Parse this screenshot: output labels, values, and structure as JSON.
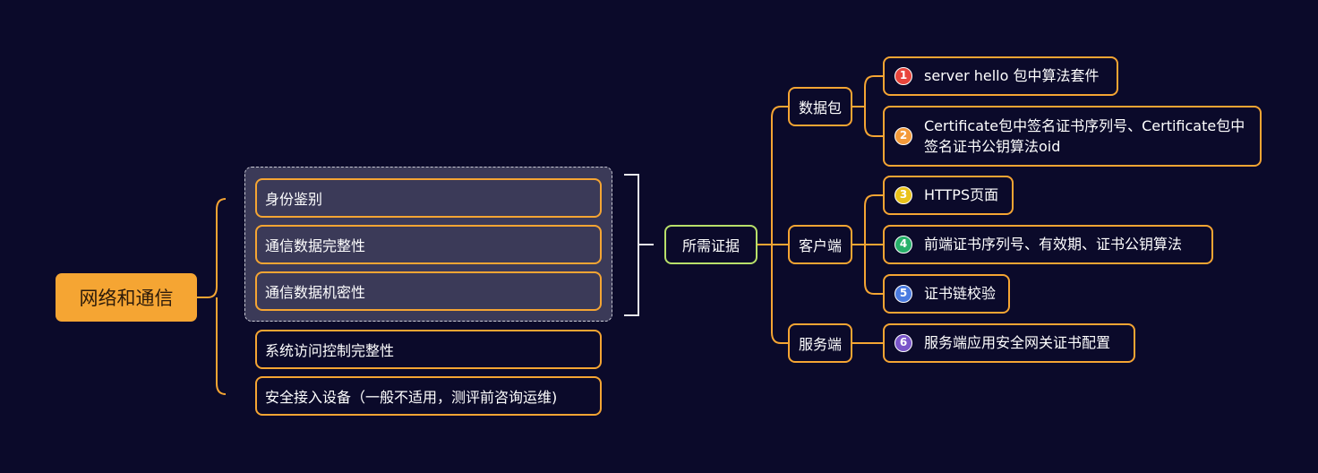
{
  "root": {
    "label": "网络和通信"
  },
  "left_items": [
    {
      "label": "身份鉴别",
      "grouped": true
    },
    {
      "label": "通信数据完整性",
      "grouped": true
    },
    {
      "label": "通信数据机密性",
      "grouped": true
    },
    {
      "label": "系统访问控制完整性",
      "grouped": false
    },
    {
      "label": "安全接入设备（一般不适用，测评前咨询运维)",
      "grouped": false
    }
  ],
  "center": {
    "label": "所需证据"
  },
  "branches": [
    {
      "label": "数据包",
      "leaves": [
        {
          "num": "1",
          "color": "#e8453c",
          "label": "server hello 包中算法套件"
        },
        {
          "num": "2",
          "color": "#f39a3a",
          "label": "Certificate包中签名证书序列号、Certificate包中签名证书公钥算法oid"
        }
      ]
    },
    {
      "label": "客户端",
      "leaves": [
        {
          "num": "3",
          "color": "#e9c21a",
          "label": "HTTPS页面"
        },
        {
          "num": "4",
          "color": "#27b06a",
          "label": "前端证书序列号、有效期、证书公钥算法"
        },
        {
          "num": "5",
          "color": "#4a7be0",
          "label": "证书链校验"
        }
      ]
    },
    {
      "label": "服务端",
      "leaves": [
        {
          "num": "6",
          "color": "#7a55c9",
          "label": "服务端应用安全网关证书配置"
        }
      ]
    }
  ],
  "colors": {
    "accent": "#f5a533",
    "background": "#0b0a2a",
    "center_border": "#b8e06a",
    "group_fill": "#3b3a58"
  }
}
